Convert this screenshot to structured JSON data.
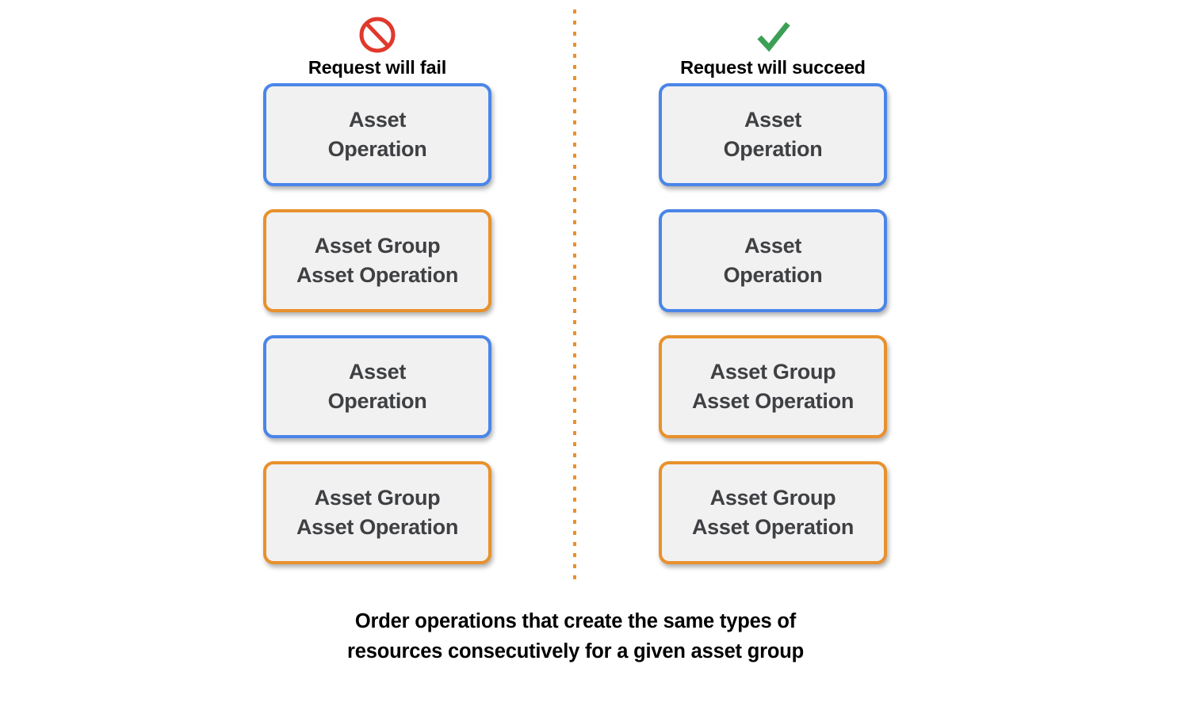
{
  "columns": [
    {
      "id": "fail",
      "icon": "prohibition-icon",
      "icon_color": "#e0392c",
      "title": "Request will fail",
      "boxes": [
        {
          "type": "asset-operation",
          "color": "#4a86e8",
          "lines": [
            "Asset",
            "Operation"
          ]
        },
        {
          "type": "asset-group-operation",
          "color": "#e8912d",
          "lines": [
            "Asset Group",
            "Asset Operation"
          ]
        },
        {
          "type": "asset-operation",
          "color": "#4a86e8",
          "lines": [
            "Asset",
            "Operation"
          ]
        },
        {
          "type": "asset-group-operation",
          "color": "#e8912d",
          "lines": [
            "Asset Group",
            "Asset Operation"
          ]
        }
      ]
    },
    {
      "id": "succeed",
      "icon": "checkmark-icon",
      "icon_color": "#3ba055",
      "title": "Request will succeed",
      "boxes": [
        {
          "type": "asset-operation",
          "color": "#4a86e8",
          "lines": [
            "Asset",
            "Operation"
          ]
        },
        {
          "type": "asset-operation",
          "color": "#4a86e8",
          "lines": [
            "Asset",
            "Operation"
          ]
        },
        {
          "type": "asset-group-operation",
          "color": "#e8912d",
          "lines": [
            "Asset Group",
            "Asset Operation"
          ]
        },
        {
          "type": "asset-group-operation",
          "color": "#e8912d",
          "lines": [
            "Asset Group",
            "Asset Operation"
          ]
        }
      ]
    }
  ],
  "caption": {
    "line1": "Order operations that create the same types of",
    "line2": "resources consecutively for a given asset group"
  },
  "colors": {
    "blue_border": "#4a86e8",
    "orange_border": "#e8912d",
    "box_fill": "#f1f1f1",
    "box_text": "#3f4043",
    "divider": "#e8912d",
    "fail_icon": "#e0392c",
    "success_icon": "#3ba055"
  }
}
